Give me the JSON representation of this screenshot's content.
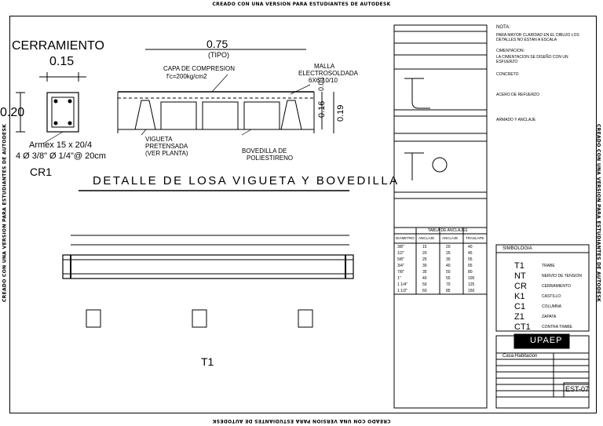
{
  "watermark": "CREADO CON UNA VERSION PARA ESTUDIANTES DE AUTODESK",
  "detail_top": {
    "title": "CERRAMIENTO",
    "dim_015": "0.15",
    "dim_020": "0.20",
    "armex": "Armex 15 x 20/4",
    "bars": "4 Ø 3/8\" Ø 1/4\"@ 20cm",
    "cr1": "CR1",
    "dim_075": "0.75",
    "tipo": "(TIPO)",
    "capa1": "CAPA DE COMPRESION",
    "capa2": "f'c=200kg/cm2",
    "malla1": "MALLA",
    "malla2": "ELECTROSOLDADA",
    "malla3": "6X6-10/10",
    "dim_016": "0.16",
    "dim_003": "0.03",
    "dim_019": "0.19",
    "vig1": "VIGUETA",
    "vig2": "PRETENSADA",
    "vig3": "(VER PLANTA)",
    "bov1": "BOVEDILLA DE",
    "bov2": "POLIESTIRENO",
    "main_title": "DETALLE DE LOSA VIGUETA Y BOVEDILLA"
  },
  "beam": {
    "label": "T1"
  },
  "table": {
    "title1": "TABLA DE ANCLAJES",
    "hdr": [
      "DIAMETRO",
      "ANCLAJE",
      "ANCLAJE",
      "TRASLAPE"
    ],
    "rows": [
      [
        "3/8\"",
        "15",
        "20",
        "40"
      ],
      [
        "1/2\"",
        "20",
        "25",
        "45"
      ],
      [
        "5/8\"",
        "25",
        "30",
        "55"
      ],
      [
        "3/4\"",
        "30",
        "40",
        "65"
      ],
      [
        "7/8\"",
        "35",
        "50",
        "80"
      ],
      [
        "1\"",
        "40",
        "55",
        "100"
      ],
      [
        "1 1/4\"",
        "50",
        "70",
        "125"
      ],
      [
        "1 1/2\"",
        "60",
        "85",
        "150"
      ]
    ]
  },
  "notes": {
    "n1": "NOTA:",
    "n2": "PARA MAYOR CLARIDAD EN EL DIBUJO LOS DETALLES NO ESTAN A ESCALA",
    "n3": "CIMENTACION:",
    "n4": "LA CIMENTACION SE DISEÑO CON UN ESFUERZO",
    "n5": "CONCRETO",
    "n6": "ACERO DE REFUERZO",
    "n7": "ARMADO Y ANCLAJE"
  },
  "legend": {
    "title": "SIMBOLOGIA",
    "items": [
      {
        "code": "T1",
        "desc": "TRABE"
      },
      {
        "code": "NT",
        "desc": "NERVIO DE TENSION"
      },
      {
        "code": "CR",
        "desc": "CERRAMIENTO"
      },
      {
        "code": "K1",
        "desc": "CASTILLO"
      },
      {
        "code": "C1",
        "desc": "COLUMNA"
      },
      {
        "code": "Z1",
        "desc": "ZAPATA"
      },
      {
        "code": "CT1",
        "desc": "CONTRA TRABE"
      }
    ]
  },
  "titleblock": {
    "logo": "UPAEP",
    "project": "Casa-Habitacion",
    "sheet": "EST-07"
  }
}
